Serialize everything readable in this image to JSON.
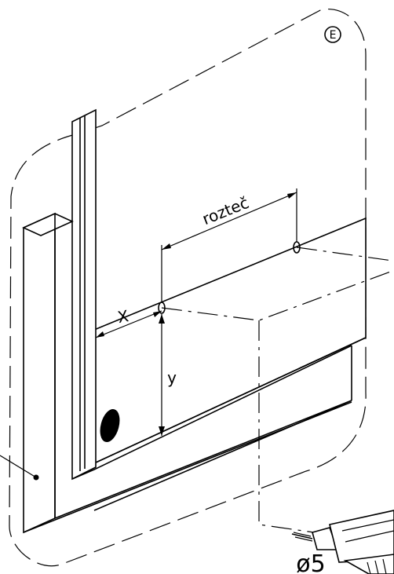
{
  "detail": {
    "label": "E"
  },
  "dimensions": {
    "pitch_label": "rozteč",
    "x_label": "X",
    "y_label": "y"
  },
  "drill": {
    "diameter_label": "ø5"
  }
}
